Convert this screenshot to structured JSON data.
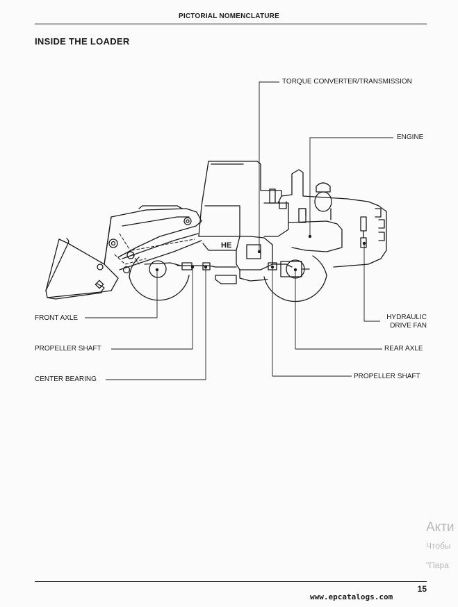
{
  "header": {
    "title": "PICTORIAL NOMENCLATURE"
  },
  "section": {
    "title": "INSIDE THE LOADER"
  },
  "labels": {
    "torque_converter": "TORQUE CONVERTER/TRANSMISSION",
    "engine": "ENGINE",
    "front_axle": "FRONT AXLE",
    "propeller_shaft_front": "PROPELLER SHAFT",
    "center_bearing": "CENTER BEARING",
    "hydraulic_drive_fan_line1": "HYDRAULIC",
    "hydraulic_drive_fan_line2": "DRIVE FAN",
    "rear_axle": "REAR AXLE",
    "propeller_shaft_rear": "PROPELLER SHAFT"
  },
  "diagram": {
    "unlabeled_marking": "HE"
  },
  "watermark": {
    "line1": "Акти",
    "line2": "Чтобы",
    "line3": "\"Пара"
  },
  "footer": {
    "page_number": "15",
    "url": "www.epcatalogs.com"
  }
}
